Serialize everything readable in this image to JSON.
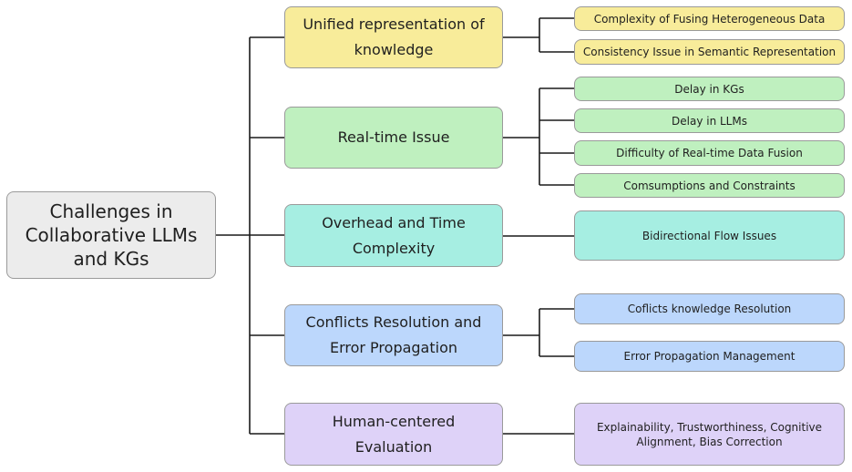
{
  "root": {
    "label": "Challenges in Collaborative LLMs and KGs"
  },
  "categories": [
    {
      "label": "Unified representation of knowledge",
      "color": "#f8ec9a",
      "leaves": [
        "Complexity of Fusing Heterogeneous Data",
        "Consistency Issue in Semantic Representation"
      ]
    },
    {
      "label": "Real-time Issue",
      "color": "#bff0bf",
      "leaves": [
        "Delay in KGs",
        "Delay in LLMs",
        "Difficulty of Real-time Data Fusion",
        "Comsumptions and Constraints"
      ]
    },
    {
      "label": "Overhead and Time Complexity",
      "color": "#a6eee2",
      "leaves": [
        "Bidirectional Flow Issues"
      ]
    },
    {
      "label": "Conflicts Resolution and Error Propagation",
      "color": "#bcd7fc",
      "leaves": [
        "Coflicts knowledge Resolution",
        "Error Propagation Management"
      ]
    },
    {
      "label": "Human-centered Evaluation",
      "color": "#ded2f8",
      "leaves": [
        "Explainability, Trustworthiness, Cognitive Alignment, Bias Correction"
      ]
    }
  ]
}
